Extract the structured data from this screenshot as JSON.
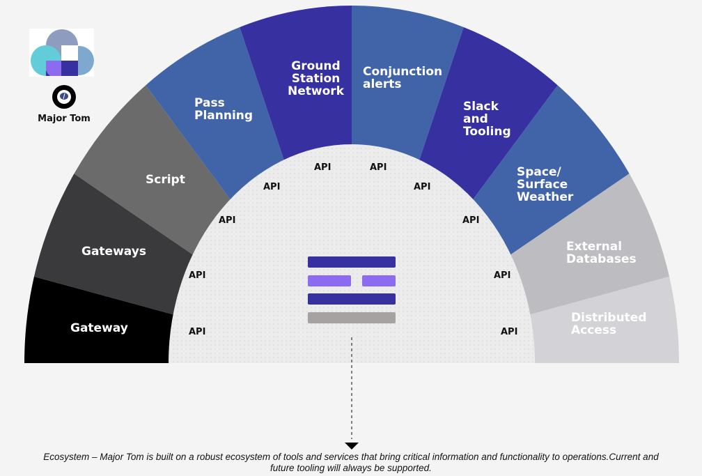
{
  "segments": [
    {
      "label": "Gateway",
      "color": "#000000"
    },
    {
      "label": "Gateways",
      "color": "#3a3a3c"
    },
    {
      "label": "Script",
      "color": "#6b6b6b"
    },
    {
      "label": "Pass\nPlanning",
      "color": "#4163a8"
    },
    {
      "label": "Ground\nStation\nNetwork",
      "color": "#3630a0"
    },
    {
      "label": "Conjunction\nalerts",
      "color": "#4163a8"
    },
    {
      "label": "Slack\nand\nTooling",
      "color": "#3630a0"
    },
    {
      "label": "Space/\nSurface\nWeather",
      "color": "#4163a8"
    },
    {
      "label": "External\nDatabases",
      "color": "#bdbcc1"
    },
    {
      "label": "Distributed\nAccess",
      "color": "#d3d2d6"
    }
  ],
  "api_label": "API",
  "brand": {
    "name": "Major Tom"
  },
  "caption": "Ecosystem – Major Tom is built on a robust ecosystem of tools and services that bring critical information and functionality to operations.Current and future tooling will always be supported."
}
